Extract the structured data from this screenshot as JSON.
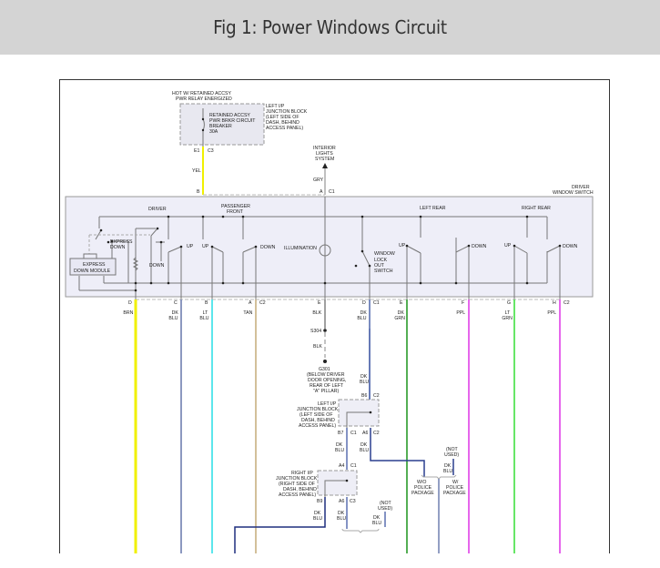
{
  "header": {
    "title": "Fig 1: Power Windows Circuit"
  },
  "diagram": {
    "hot_label": [
      "HOT W/ RETAINED ACCSY",
      "PWR RELAY ENERGIZED"
    ],
    "breaker_label": [
      "RETAINED ACCSY",
      "PWR BRKR CIRCUIT",
      "BREAKER",
      "30A"
    ],
    "left_ip_jb_top": [
      "LEFT I/P",
      "JUNCTION BLOCK",
      "(LEFT SIDE OF",
      "DASH, BEHIND",
      "ACCESS PANEL)"
    ],
    "interior_lights": [
      "INTERIOR",
      "LIGHTS",
      "SYSTEM"
    ],
    "switch_title": [
      "DRIVER",
      "WINDOW SWITCH"
    ],
    "sections": {
      "driver": "DRIVER",
      "passenger": [
        "PASSENGER",
        "FRONT"
      ],
      "left_rear": "LEFT REAR",
      "right_rear": "RIGHT REAR"
    },
    "express_down": [
      "EXPRESS",
      "DOWN"
    ],
    "express_module": [
      "EXPRESS",
      "DOWN MODULE"
    ],
    "down": "DOWN",
    "up": "UP",
    "illumination": "ILLUMINATION",
    "window_lockout": [
      "WINDOW",
      "LOCK",
      "OUT",
      "SWITCH"
    ],
    "top_connectors": {
      "b1": "E1",
      "c3": "C3",
      "b": "B",
      "gry": "GRY",
      "a": "A",
      "c1": "C1",
      "yel": "YEL"
    },
    "pins": [
      {
        "pin": "D",
        "wire": [
          "BRN"
        ],
        "color": "#f0f000"
      },
      {
        "pin": "C",
        "wire": [
          "DK",
          "BLU"
        ],
        "color": "#6f7fb0"
      },
      {
        "pin": "B",
        "wire": [
          "LT",
          "BLU"
        ],
        "color": "#33e0e8"
      },
      {
        "pin": "A",
        "wire": [
          "TAN"
        ],
        "color": "#c8b080",
        "conn": "C2"
      },
      {
        "pin": "E",
        "wire": [
          "BLK"
        ],
        "color": "#888888"
      },
      {
        "pin": "D",
        "wire": [
          "DK",
          "BLU"
        ],
        "color": "#5a6fb0",
        "conn": "C1"
      },
      {
        "pin": "E",
        "wire": [
          "DK",
          "GRN"
        ],
        "color": "#2a9a2a"
      },
      {
        "pin": "F",
        "wire": [
          "PPL"
        ],
        "color": "#e040e8"
      },
      {
        "pin": "G",
        "wire": [
          "LT",
          "GRN"
        ],
        "color": "#40e040"
      },
      {
        "pin": "H",
        "wire": [
          "PPL"
        ],
        "color": "#e040e8",
        "conn": "C2"
      }
    ],
    "splice": "S304",
    "blk": "BLK",
    "ground": [
      "G301",
      "(BELOW DRIVER",
      "DOOR OPENING,",
      "REAR OF LEFT",
      "\"A\" PILLAR)"
    ],
    "left_ip_jb_mid": [
      "LEFT I/P",
      "JUNCTION BLOCK",
      "(LEFT SIDE OF",
      "DASH, BEHIND",
      "ACCESS PANEL)"
    ],
    "right_ip_jb": [
      "RIGHT I/P",
      "JUNCTION BLOCK",
      "(RIGHT SIDE OF",
      "DASH, BEHIND",
      "ACCESS PANEL)"
    ],
    "mid_conns": {
      "b6": "B6",
      "c2": "C2",
      "b7": "B7",
      "c1": "C1",
      "a6": "A6",
      "a4": "A4",
      "b9": "B9",
      "c3": "C3"
    },
    "dk_blu": [
      "DK",
      "BLU"
    ],
    "not_used": [
      "(NOT",
      "USED)"
    ],
    "wo_police": [
      "W/O",
      "POLICE",
      "PACKAGE"
    ],
    "w_police": [
      "W/",
      "POLICE",
      "PACKAGE"
    ]
  }
}
